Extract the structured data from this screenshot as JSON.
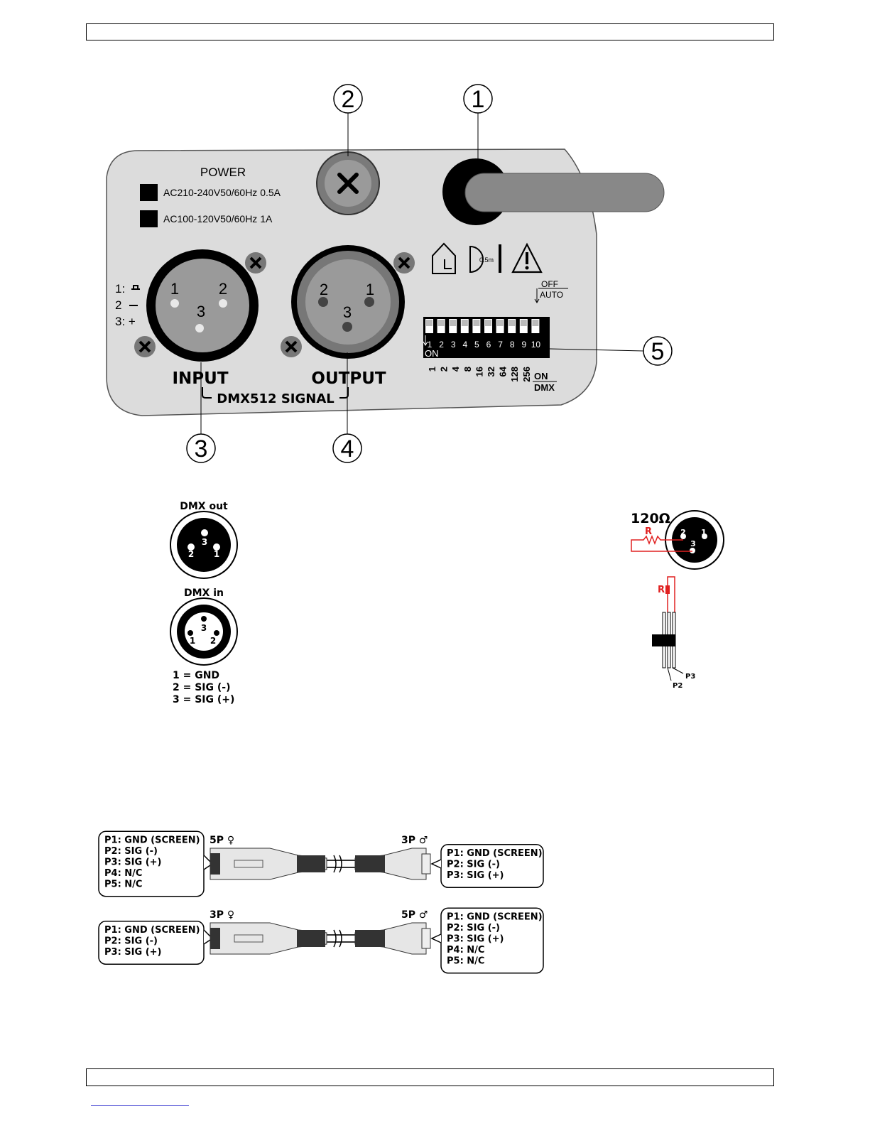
{
  "panel": {
    "power_label": "POWER",
    "power_line1": "AC210-240V50/60Hz 0.5A",
    "power_line2": "AC100-120V50/60Hz 1A",
    "input_label": "INPUT",
    "output_label": "OUTPUT",
    "signal_label": "DMX512 SIGNAL",
    "legend_1": "1:",
    "legend_2": "2",
    "legend_3": "3: +",
    "input_pin1": "1",
    "input_pin2": "2",
    "input_pin3": "3",
    "output_pin1": "1",
    "output_pin2": "2",
    "output_pin3": "3",
    "distance_label": "0.5m",
    "off_label": "OFF",
    "auto_label": "AUTO",
    "on_label": "ON",
    "dip_numbers": [
      "1",
      "2",
      "3",
      "4",
      "5",
      "6",
      "7",
      "8",
      "9",
      "10"
    ],
    "dip_values": [
      "1",
      "2",
      "4",
      "8",
      "16",
      "32",
      "64",
      "128",
      "256"
    ],
    "dip_on_label": "ON",
    "dip_dmx_label": "DMX"
  },
  "callouts": [
    "1",
    "2",
    "3",
    "4",
    "5"
  ],
  "pinouts": {
    "dmx_out_title": "DMX out",
    "dmx_in_title": "DMX in",
    "out_pins": [
      "3",
      "2",
      "1"
    ],
    "in_pins": [
      "3",
      "1",
      "2"
    ],
    "legend": [
      "1 = GND",
      "2 = SIG (-)",
      "3 = SIG (+)"
    ]
  },
  "terminator": {
    "resistance": "120Ω",
    "r_label": "R",
    "pins": [
      "2",
      "1",
      "3"
    ],
    "p2_label": "P2",
    "p3_label": "P3"
  },
  "adapters": [
    {
      "left_label": "5P ♀",
      "right_label": "3P ♂",
      "left_lines": [
        "P1: GND (SCREEN)",
        "P2: SIG (-)",
        "P3: SIG (+)",
        "P4: N/C",
        "P5: N/C"
      ],
      "right_lines": [
        "P1: GND (SCREEN)",
        "P2: SIG (-)",
        "P3: SIG (+)"
      ]
    },
    {
      "left_label": "3P ♀",
      "right_label": "5P ♂",
      "left_lines": [
        "P1: GND (SCREEN)",
        "P2: SIG (-)",
        "P3: SIG (+)"
      ],
      "right_lines": [
        "P1: GND (SCREEN)",
        "P2: SIG (-)",
        "P3: SIG (+)",
        "P4: N/C",
        "P5: N/C"
      ]
    }
  ],
  "colors": {
    "panel_fill": "#dcdcdc",
    "red": "#e02020",
    "ink": "#000000"
  }
}
